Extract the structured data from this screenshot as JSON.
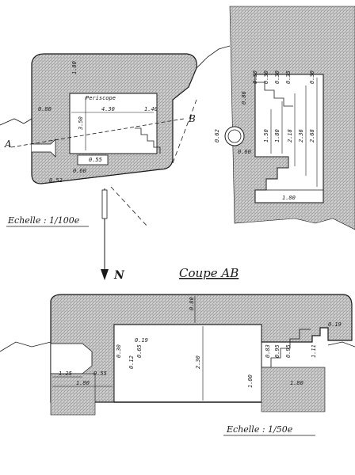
{
  "plan": {
    "top_thickness": "1.80",
    "left_thickness": "0.80",
    "periscope": "Periscope",
    "width": "4.30",
    "right_gap": "1.40",
    "height": "3.50",
    "small_a": "0.55",
    "small_b": "0.60",
    "bottom_left": "0.52",
    "point_a": "A",
    "point_b": "B"
  },
  "detail": {
    "d1": "0.30",
    "d2": "0.30",
    "d3": "0.30",
    "d4": "0.35",
    "d5": "0.30",
    "left_thickness": "0.86",
    "h1": "1.50",
    "h2": "1.80",
    "h3": "2.18",
    "h4": "2.36",
    "h5": "2.68",
    "floor": "1.80",
    "pipe_outer": "0.62",
    "pipe_inner": "0.60"
  },
  "scale_plan": "Echelle : 1/100e",
  "north": "N",
  "section_title": "Coupe AB",
  "section": {
    "roof": "0.80",
    "height": "2.30",
    "w1": "1.25",
    "w2": "0.55",
    "w3": "1.80",
    "opening_a": "0.19",
    "opening_b": "0.30",
    "opening_c": "0.12",
    "opening_d": "0.65",
    "step1": "0.83",
    "step2": "0.95",
    "step3": "0.95",
    "step4": "1.11",
    "step_top": "0.19",
    "foot": "1.00",
    "floor_right": "1.80"
  },
  "scale_section": "Echelle : 1/50e"
}
